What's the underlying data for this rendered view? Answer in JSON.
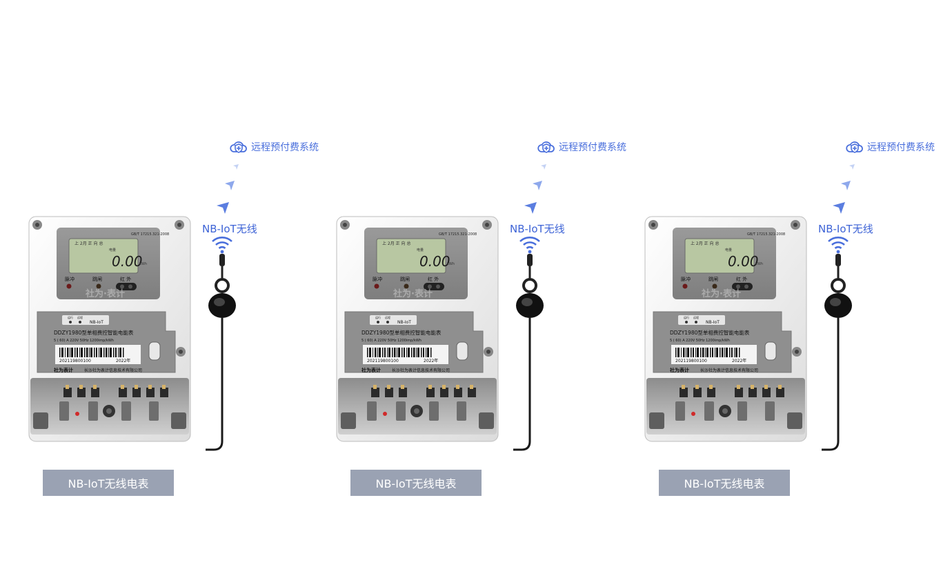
{
  "units": [
    {
      "system_label": "远程预付费系统",
      "wireless_label": "NB-IoT无线",
      "caption": "NB-IoT无线电表",
      "meter": {
        "standard": "GB/T 17215.321-2008",
        "lcd_top": "上 2月    正 向 总",
        "lcd_unit_label": "电量",
        "lcd_reading": "0.00",
        "lcd_unit": "kWh",
        "label_pulse": "脉冲",
        "label_trip": "跳闸",
        "label_ir": "红 外",
        "ind_run": "运行",
        "ind_remote": "远程",
        "ind_nb": "NB-IoT",
        "model": "DDZY1980型单相费控智能电能表",
        "spec": "5 ( 60) A 220V 50Hz 1200imp/kWh",
        "serial": "202119800100",
        "year": "2022年",
        "brand": "社为表计",
        "company": "长沙社为表计信息技术有限公司",
        "watermark": "社为·表计"
      }
    },
    {
      "system_label": "远程预付费系统",
      "wireless_label": "NB-IoT无线",
      "caption": "NB-IoT无线电表",
      "meter": {
        "standard": "GB/T 17215.321-2008",
        "lcd_top": "上 2月    正 向 总",
        "lcd_unit_label": "电量",
        "lcd_reading": "0.00",
        "lcd_unit": "kWh",
        "label_pulse": "脉冲",
        "label_trip": "跳闸",
        "label_ir": "红 外",
        "ind_run": "运行",
        "ind_remote": "远程",
        "ind_nb": "NB-IoT",
        "model": "DDZY1980型单相费控智能电能表",
        "spec": "5 ( 60) A 220V 50Hz 1200imp/kWh",
        "serial": "202119800100",
        "year": "2022年",
        "brand": "社为表计",
        "company": "长沙社为表计信息技术有限公司",
        "watermark": "社为·表计"
      }
    },
    {
      "system_label": "远程预付费系统",
      "wireless_label": "NB-IoT无线",
      "caption": "NB-IoT无线电表",
      "meter": {
        "standard": "GB/T 17215.321-2008",
        "lcd_top": "上 2月    正 向 总",
        "lcd_unit_label": "电量",
        "lcd_reading": "0.00",
        "lcd_unit": "kWh",
        "label_pulse": "脉冲",
        "label_trip": "跳闸",
        "label_ir": "红 外",
        "ind_run": "运行",
        "ind_remote": "远程",
        "ind_nb": "NB-IoT",
        "model": "DDZY1980型单相费控智能电能表",
        "spec": "5 ( 60) A 220V 50Hz 1200imp/kWh",
        "serial": "202119800100",
        "year": "2022年",
        "brand": "社为表计",
        "company": "长沙社为表计信息技术有限公司",
        "watermark": "社为·表计"
      }
    }
  ],
  "colors": {
    "accent_blue": "#4a6fdc",
    "caption_bg": "#9aa2b3",
    "lcd_green": "#b8c7a2"
  }
}
